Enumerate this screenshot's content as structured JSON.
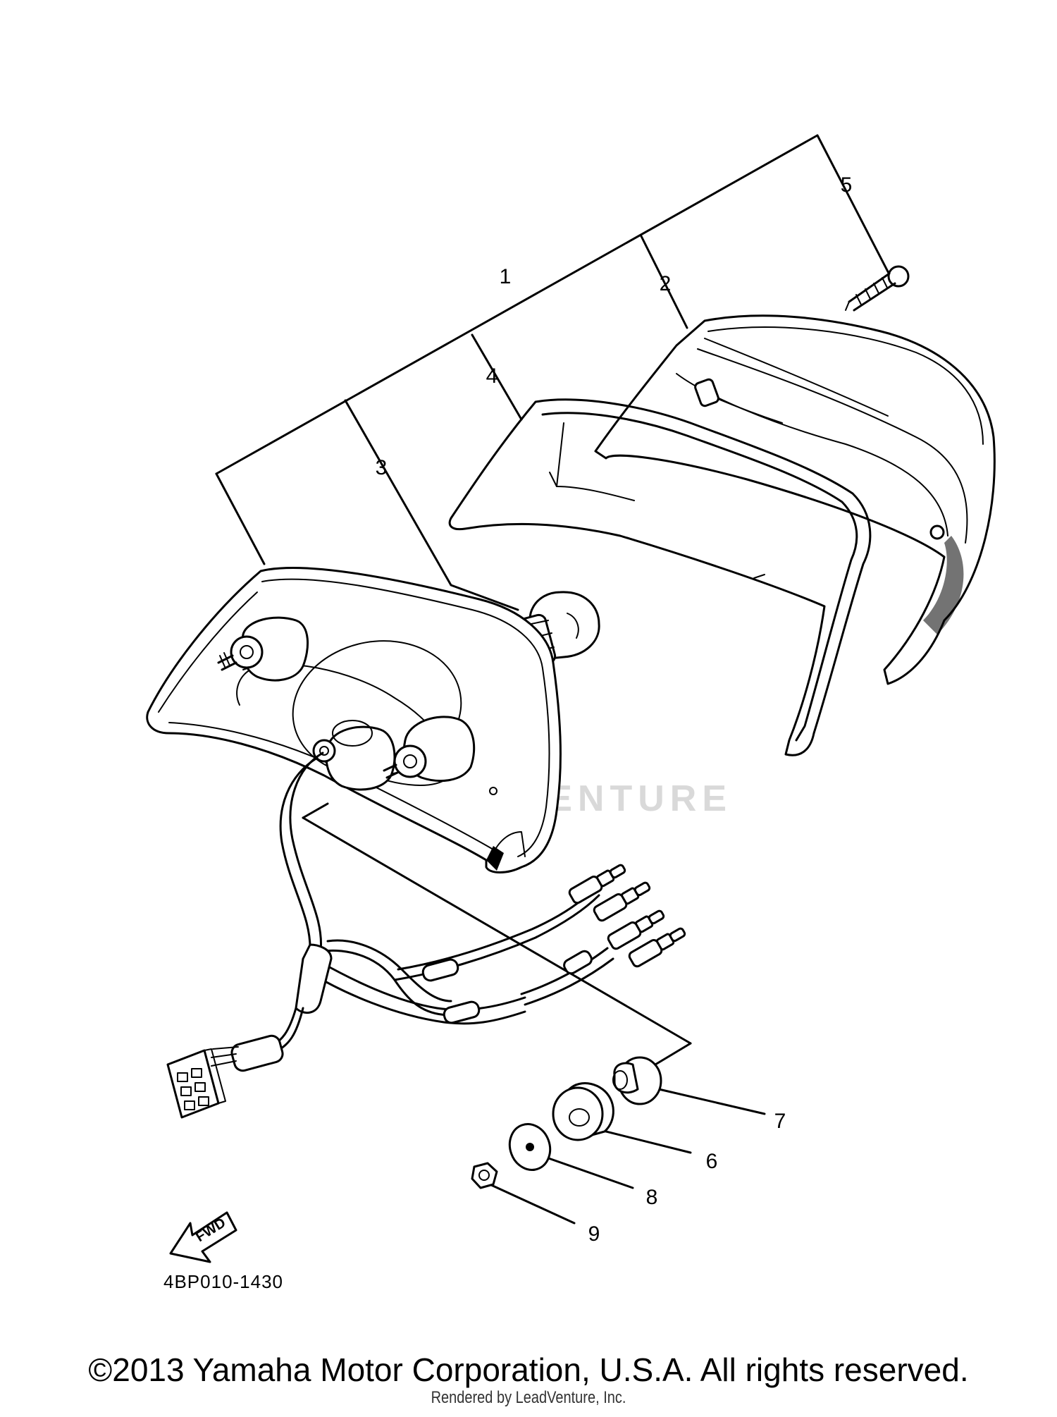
{
  "callouts": [
    "1",
    "2",
    "3",
    "4",
    "5",
    "6",
    "7",
    "8",
    "9"
  ],
  "fwd_label": "FWD",
  "diagram_code": "4BP010-1430",
  "watermark": "LEADVENTURE",
  "copyright": "©2013 Yamaha Motor Corporation, U.S.A. All rights reserved.",
  "rendered_by": "Rendered by LeadVenture, Inc."
}
